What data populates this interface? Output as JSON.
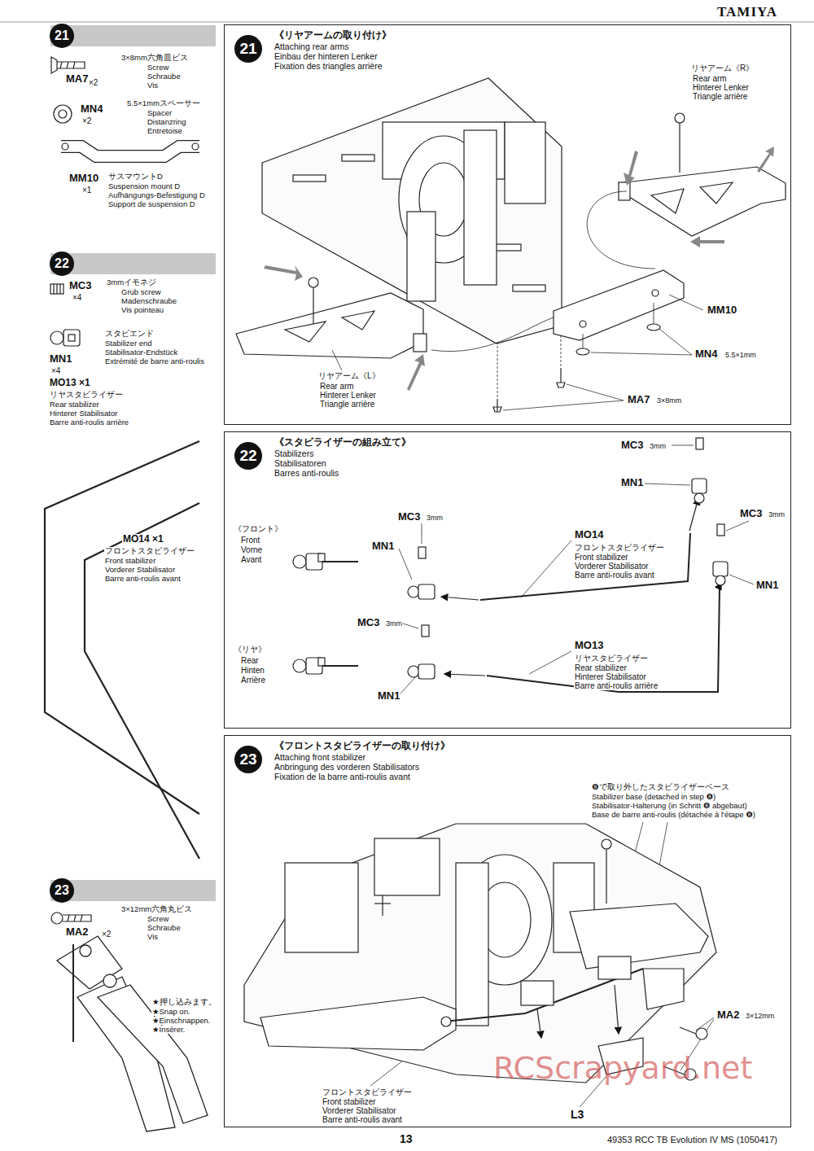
{
  "diagram": {
    "nodes": [
      {
        "text": [
          "21",
          "《リヤアームの取り付け》",
          "Attaching rear arms",
          "Einbau der hinteren Lenker",
          "Fixation des triangles arrière"
        ]
      },
      {
        "text": [
          "22",
          "《スタビライザーの組み立て》",
          "Stabilizers",
          "Stabilisatoren",
          "Barres anti-roulis"
        ]
      },
      {
        "text": [
          "23",
          "《フロントスタビライザーの取り付け》",
          "Attaching front stabilizer",
          "Anbringung des vorderen Stabilisators",
          "Fixation de la barre anti-roulis avant"
        ]
      }
    ],
    "labels": [
      "TAMIYA",
      "21",
      "MA7",
      "×2",
      "3×8mm六角皿ビス",
      "Screw",
      "Schraube",
      "Vis",
      "MN4",
      "×2",
      "5.5×1mmスペーサー",
      "Spacer",
      "Distanzring",
      "Entretoise",
      "MM10",
      "×1",
      "サスマウントD",
      "Suspension mount D",
      "Aufhängungs-Befestigung D",
      "Support de suspension D",
      "22",
      "MC3",
      "×4",
      "3mmイモネジ",
      "Grub screw",
      "Madenschraube",
      "Vis pointeau",
      "MN1",
      "×4",
      "スタビエンド",
      "Stabilizer end",
      "Stabilisator-Endstück",
      "Extrémité de barre anti-roulis",
      "MO13 ×1",
      "リヤスタビライザー",
      "Rear stabilizer",
      "Hinterer Stabilisator",
      "Barre anti-roulis arrière",
      "MO14 ×1",
      "フロントスタビライザー",
      "Front stabilizer",
      "Vorderer Stabilisator",
      "Barre anti-roulis avant",
      "23",
      "MA2",
      "×2",
      "3×12mm六角丸ビス",
      "Screw",
      "Schraube",
      "Vis",
      "★押し込みます。",
      "★Snap on.",
      "★Einschnappen.",
      "★Insérer.",
      "リヤアーム《R》",
      "Rear arm",
      "Hinterer Lenker",
      "Triangle arrière",
      "MM10",
      "MN4",
      "5.5×1mm",
      "MA7",
      "3×8mm",
      "リヤアーム《L》",
      "Rear arm",
      "Hinterer Lenker",
      "Triangle arrière",
      "MC3",
      "3mm",
      "MN1",
      "MC3",
      "3mm",
      "MN1",
      "《フロント》",
      "Front",
      "Vorne",
      "Avant",
      "MC3",
      "3mm",
      "MN1",
      "MO14",
      "フロントスタビライザー",
      "Front stabilizer",
      "Vorderer Stabilisator",
      "Barre anti-roulis avant",
      "MC3",
      "3mm",
      "《リヤ》",
      "Rear",
      "Hinten",
      "Arrière",
      "MN1",
      "MO13",
      "リヤスタビライザー",
      "Rear stabilizer",
      "Hinterer Stabilisator",
      "Barre anti-roulis arrière",
      "❽で取り外したスタビライザーベース",
      "Stabilizer base (detached in step ❽)",
      "Stabilisator-Halterung (in Schritt ❽ abgebaut)",
      "Base de barre anti-roulis (détachée à l'étape ❽)",
      "MA2",
      "3×12mm",
      "フロントスタビライザー",
      "Front stabilizer",
      "Vorderer Stabilisator",
      "Barre anti-roulis avant",
      "L3",
      "RCScrapyard.net",
      "13",
      "49353 RCC TB Evolution IV MS (1050417)"
    ]
  }
}
